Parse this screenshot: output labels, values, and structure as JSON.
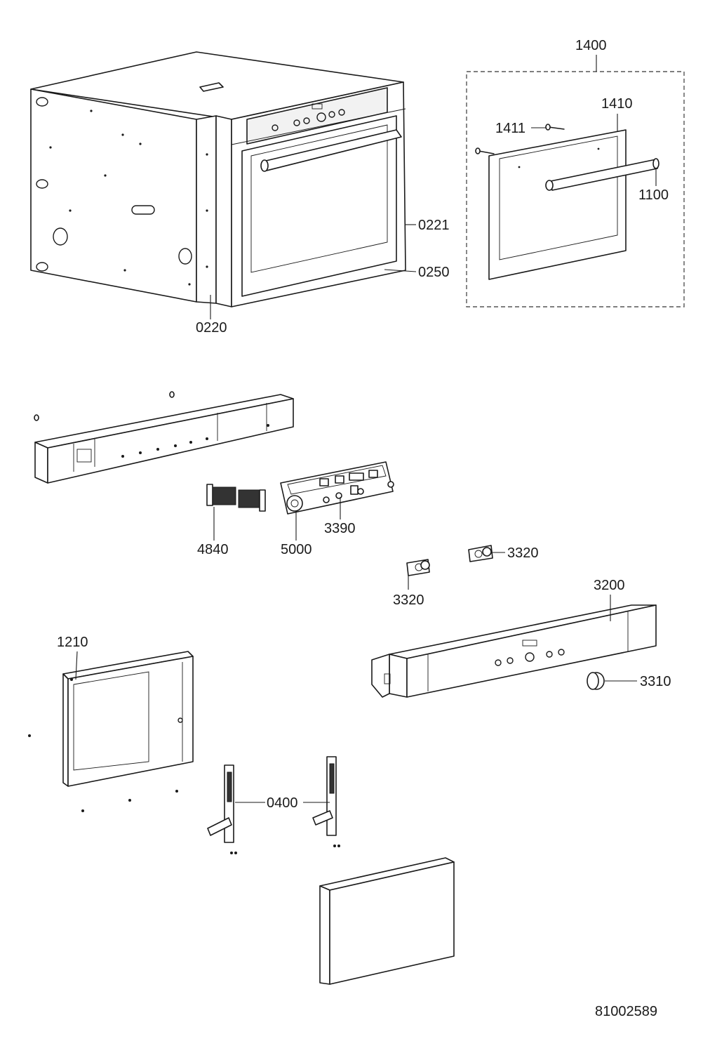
{
  "document_id": "81002589",
  "parts": {
    "p1400": "1400",
    "p1410": "1410",
    "p1411": "1411",
    "p1100": "1100",
    "p0221": "0221",
    "p0250": "0250",
    "p0220": "0220",
    "p4840": "4840",
    "p5000": "5000",
    "p3390": "3390",
    "p3320a": "3320",
    "p3320b": "3320",
    "p3200": "3200",
    "p3310": "3310",
    "p1210": "1210",
    "p0400": "0400"
  }
}
